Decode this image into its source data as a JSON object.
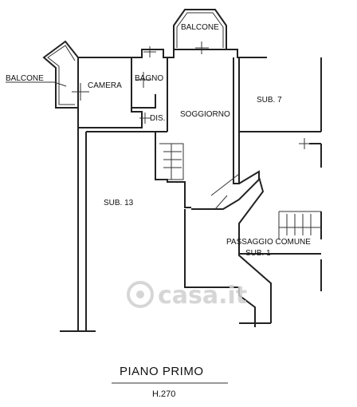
{
  "rooms": {
    "balcone_left": "BALCONE",
    "balcone_top": "BALCONE",
    "camera": "CAMERA",
    "bagno": "BAGNO",
    "dis": "DIS.",
    "soggiorno": "SOGGIORNO",
    "sub7": "SUB. 7",
    "sub13": "SUB. 13",
    "passaggio": "PASSAGGIO COMUNE",
    "sub1": "SUB. 1"
  },
  "footer": {
    "title": "PIANO PRIMO",
    "height": "H.270"
  },
  "watermark": {
    "brand": "casa.it",
    "icon": "casa-logo-icon"
  }
}
